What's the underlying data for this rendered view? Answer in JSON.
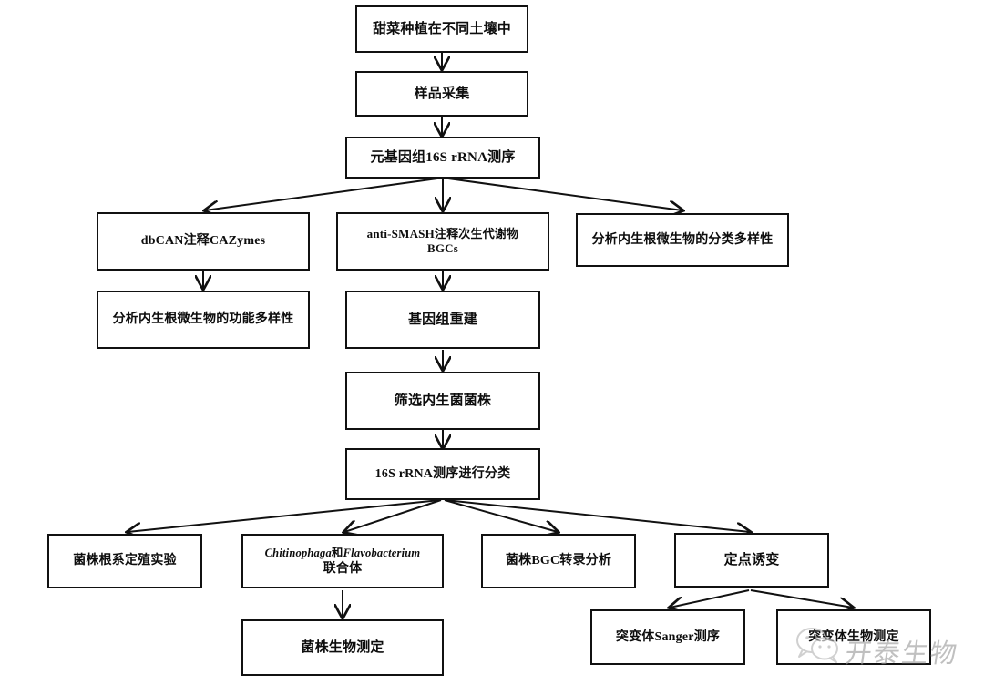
{
  "diagram": {
    "title": "Beet endophyte research workflow flowchart",
    "background_color": "#ffffff",
    "line_color": "#111111",
    "text_color": "#0d0d0d"
  },
  "nodes": {
    "n1": {
      "label": "甜菜种植在不同土壤中"
    },
    "n2": {
      "label": "样品采集"
    },
    "n3": {
      "label": "元基因组16S rRNA测序"
    },
    "n4": {
      "label": "dbCAN注释CAZymes"
    },
    "n5": {
      "label": "anti-SMASH注释次生代谢物"
    },
    "n5b": {
      "label": "BGCs"
    },
    "n6": {
      "label": "分析内生根微生物的分类多样性"
    },
    "n7": {
      "label": "分析内生根微生物的功能多样性"
    },
    "n8": {
      "label": "基因组重建"
    },
    "n9": {
      "label": "筛选内生菌菌株"
    },
    "n10": {
      "label": "16S rRNA测序进行分类"
    },
    "n11": {
      "label": "菌株根系定殖实验"
    },
    "n12a": {
      "label": "Chitinophaga"
    },
    "n12b": {
      "label": "和"
    },
    "n12c": {
      "label": "Flavobacterium"
    },
    "n12d": {
      "label": "联合体"
    },
    "n13": {
      "label": "菌株BGC转录分析"
    },
    "n14": {
      "label": "定点诱变"
    },
    "n15": {
      "label": "菌株生物测定"
    },
    "n16": {
      "label": "突变体Sanger测序"
    },
    "n17": {
      "label": "突变体生物测定"
    }
  },
  "watermark": {
    "text": "开泰生物",
    "icon": "wechat-icon",
    "color": "#9a9a9a"
  }
}
